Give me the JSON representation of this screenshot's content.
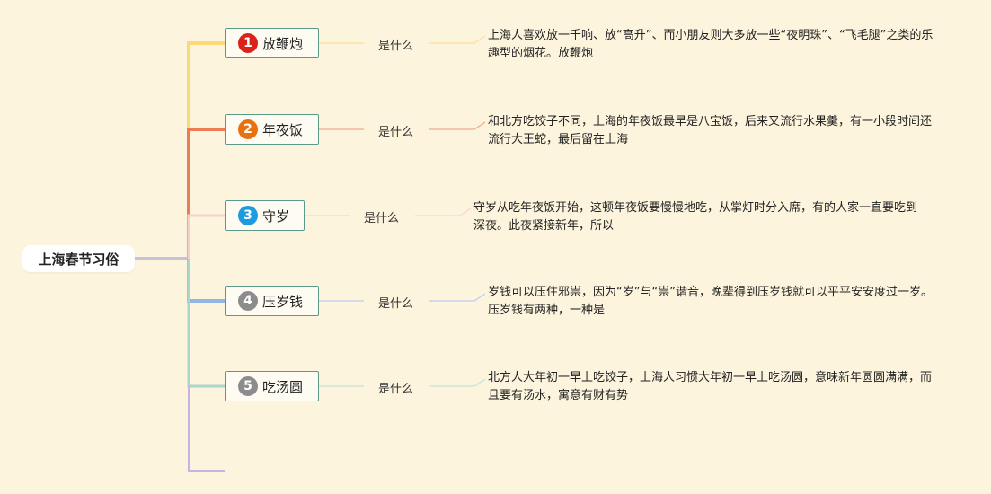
{
  "root": {
    "label": "上海春节习俗"
  },
  "branches": [
    {
      "number": "1",
      "label": "放鞭炮",
      "badge_color": "#d8241a",
      "line_color": "#fbd977",
      "question": "是什么",
      "description": "上海人喜欢放一千响、放“高升”、而小朋友则大多放一些“夜明珠”、“飞毛腿”之类的乐趣型的烟花。放鞭炮"
    },
    {
      "number": "2",
      "label": "年夜饭",
      "badge_color": "#e8700f",
      "line_color": "#ec7c54",
      "question": "是什么",
      "description": "和北方吃饺子不同，上海的年夜饭最早是八宝饭，后来又流行水果羹，有一小段时间还流行大王蛇，最后留在上海"
    },
    {
      "number": "3",
      "label": "守岁",
      "badge_color": "#1e9be0",
      "line_color": "#f7d0c6",
      "question": "是什么",
      "description": "守岁从吃年夜饭开始，这顿年夜饭要慢慢地吃，从掌灯时分入席，有的人家一直要吃到深夜。此夜紧接新年，所以"
    },
    {
      "number": "4",
      "label": "压岁钱",
      "badge_color": "#8c8c8c",
      "line_color": "#93b4e6",
      "question": "是什么",
      "description": "岁钱可以压住邪祟，因为“岁”与“祟”谐音，晚辈得到压岁钱就可以平平安安度过一岁。压岁钱有两种，一种是"
    },
    {
      "number": "5",
      "label": "吃汤圆",
      "badge_color": "#8c8c8c",
      "line_color": "#abd6cc",
      "question": "是什么",
      "description": "北方人大年初一早上吃饺子，上海人习惯大年初一早上吃汤圆，意味新年圆圆满满，而且要有汤水，寓意有财有势"
    }
  ],
  "colors": {
    "background": "#fdf4dd",
    "node_border": "#5b9a87",
    "root_connector": "#c7c2dc",
    "empty_branch": "#c9b2e4"
  }
}
